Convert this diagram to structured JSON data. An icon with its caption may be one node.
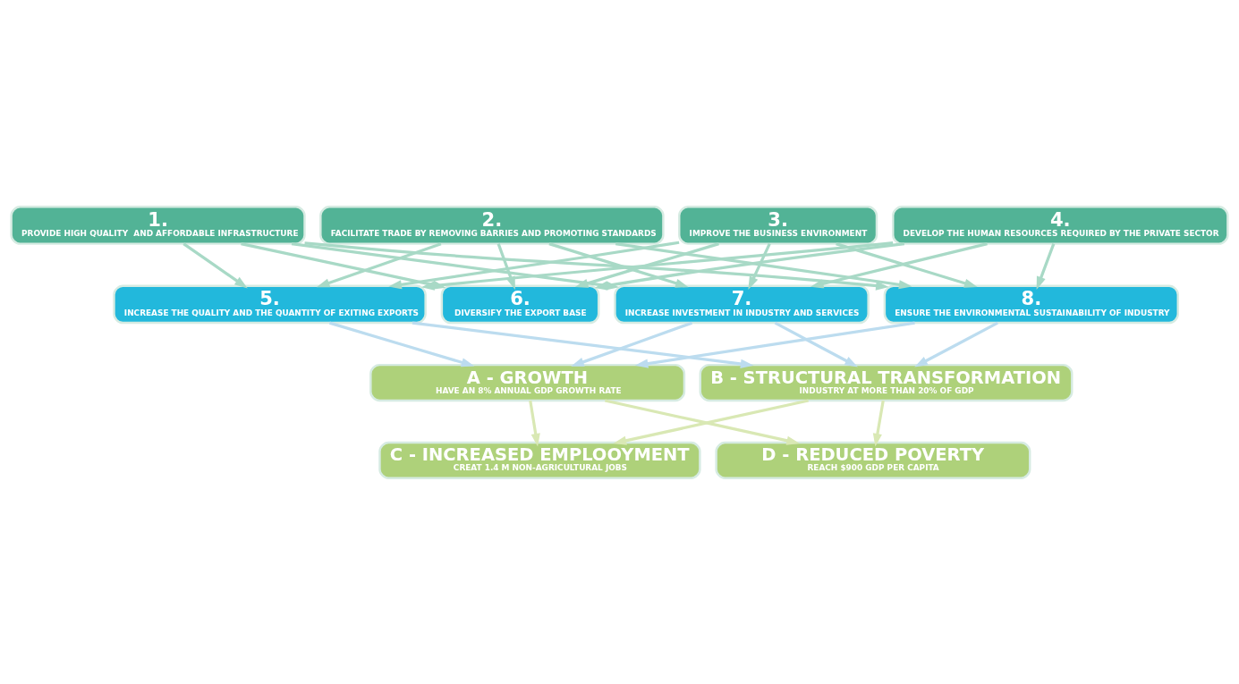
{
  "diagram": {
    "nodes": [
      {
        "text": [
          "1.",
          "PROVIDE HIGH QUALITY  AND AFFORDABLE INFRASTRUCTURE"
        ]
      },
      {
        "text": [
          "2.",
          "FACILITATE TRADE BY REMOVING BARRIES AND PROMOTING STANDARDS"
        ]
      },
      {
        "text": [
          "3.",
          "IMPROVE THE BUSINESS ENVIRONMENT"
        ]
      },
      {
        "text": [
          "4.",
          "DEVELOP THE HUMAN RESOURCES REQUIRED BY THE PRIVATE SECTOR"
        ]
      },
      {
        "text": [
          "5.",
          "INCREASE THE QUALITY AND THE QUANTITY OF EXITING EXPORTS"
        ]
      },
      {
        "text": [
          "6.",
          "DIVERSIFY THE EXPORT BASE"
        ]
      },
      {
        "text": [
          "7.",
          "INCREASE INVESTMENT IN INDUSTRY AND SERVICES"
        ]
      },
      {
        "text": [
          "8.",
          "ENSURE THE ENVIRONMENTAL SUSTAINABILITY OF INDUSTRY"
        ]
      },
      {
        "text": [
          "A - GROWTH",
          "HAVE AN 8% ANNUAL GDP GROWTH RATE"
        ]
      },
      {
        "text": [
          "B - STRUCTURAL TRANSFORMATION",
          "INDUSTRY AT MORE THAN 20% OF GDP"
        ]
      },
      {
        "text": [
          "C - INCREASED EMPLOOYMENT",
          "CREAT 1.4 M NON-AGRICULTURAL JOBS"
        ]
      },
      {
        "text": [
          "D - REDUCED POVERTY",
          "REACH $900 GDP PER CAPITA"
        ]
      }
    ],
    "edges": [
      {
        "from": 0,
        "to": 4,
        "arrow": "to",
        "color": "#a8d9c6"
      },
      {
        "from": 0,
        "to": 5,
        "arrow": "to",
        "color": "#a8d9c6"
      },
      {
        "from": 0,
        "to": 6,
        "arrow": "to",
        "color": "#a8d9c6"
      },
      {
        "from": 0,
        "to": 7,
        "arrow": "to",
        "color": "#a8d9c6"
      },
      {
        "from": 1,
        "to": 4,
        "arrow": "to",
        "color": "#a8d9c6"
      },
      {
        "from": 1,
        "to": 5,
        "arrow": "to",
        "color": "#a8d9c6"
      },
      {
        "from": 1,
        "to": 6,
        "arrow": "to",
        "color": "#a8d9c6"
      },
      {
        "from": 1,
        "to": 7,
        "arrow": "to",
        "color": "#a8d9c6"
      },
      {
        "from": 2,
        "to": 4,
        "arrow": "to",
        "color": "#a8d9c6"
      },
      {
        "from": 2,
        "to": 5,
        "arrow": "to",
        "color": "#a8d9c6"
      },
      {
        "from": 2,
        "to": 6,
        "arrow": "to",
        "color": "#a8d9c6"
      },
      {
        "from": 2,
        "to": 7,
        "arrow": "to",
        "color": "#a8d9c6"
      },
      {
        "from": 3,
        "to": 4,
        "arrow": "to",
        "color": "#a8d9c6"
      },
      {
        "from": 3,
        "to": 5,
        "arrow": "to",
        "color": "#a8d9c6"
      },
      {
        "from": 3,
        "to": 6,
        "arrow": "to",
        "color": "#a8d9c6"
      },
      {
        "from": 3,
        "to": 7,
        "arrow": "to",
        "color": "#a8d9c6"
      },
      {
        "from": 4,
        "to": 8,
        "arrow": "to",
        "color": "#bcdcef"
      },
      {
        "from": 4,
        "to": 9,
        "arrow": "to",
        "color": "#bcdcef"
      },
      {
        "from": 6,
        "to": 8,
        "arrow": "to",
        "color": "#bcdcef"
      },
      {
        "from": 6,
        "to": 9,
        "arrow": "to",
        "color": "#bcdcef"
      },
      {
        "from": 7,
        "to": 8,
        "arrow": "to",
        "color": "#bcdcef"
      },
      {
        "from": 7,
        "to": 9,
        "arrow": "to",
        "color": "#bcdcef"
      },
      {
        "from": 8,
        "to": 10,
        "arrow": "to",
        "color": "#d9e8b4"
      },
      {
        "from": 8,
        "to": 11,
        "arrow": "to",
        "color": "#d9e8b4"
      },
      {
        "from": 9,
        "to": 10,
        "arrow": "to",
        "color": "#d9e8b4"
      },
      {
        "from": 9,
        "to": 11,
        "arrow": "to",
        "color": "#d9e8b4"
      }
    ]
  }
}
